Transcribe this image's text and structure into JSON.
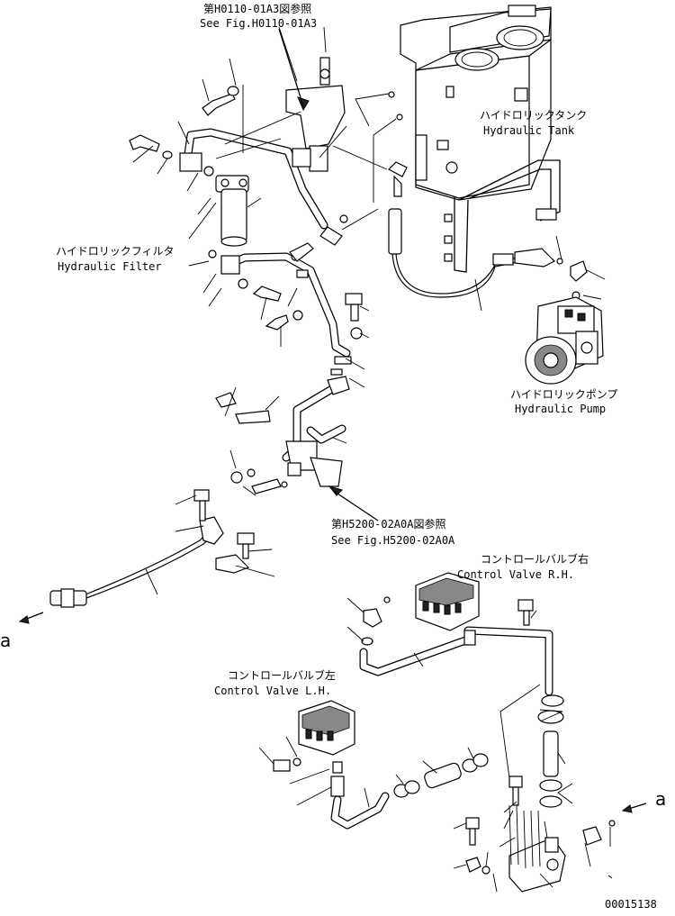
{
  "refs": {
    "top_jp": "第H0110-01A3図参照",
    "top_en": "See Fig.H0110-01A3",
    "mid_jp": "第H5200-02A0A図参照",
    "mid_en": "See Fig.H5200-02A0A"
  },
  "components": {
    "tank_jp": "ハイドロリックタンク",
    "tank_en": "Hydraulic Tank",
    "filter_jp": "ハイドロリックフィルタ",
    "filter_en": "Hydraulic Filter",
    "pump_jp": "ハイドロリックポンプ",
    "pump_en": "Hydraulic Pump",
    "cv_rh_jp": "コントロールバルブ右",
    "cv_rh_en": "Control Valve R.H.",
    "cv_lh_jp": "コントロールバルブ左",
    "cv_lh_en": "Control Valve L.H."
  },
  "connectors": {
    "left": "a",
    "right": "a"
  },
  "drawing_number": "00015138"
}
